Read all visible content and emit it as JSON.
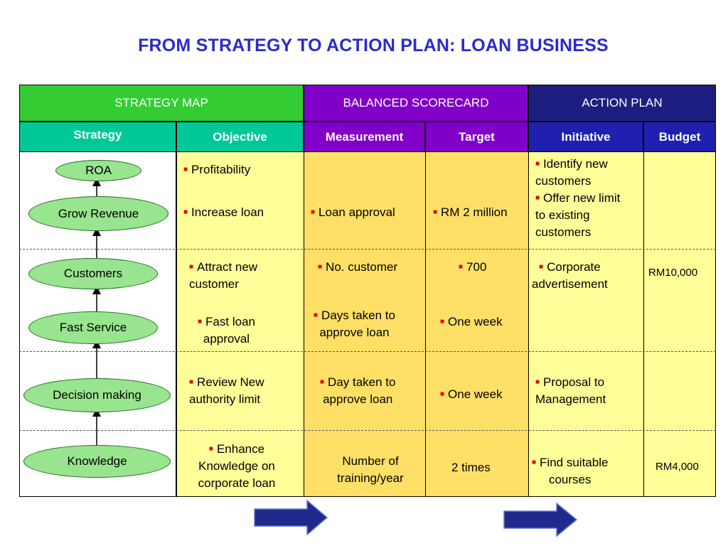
{
  "title": "FROM STRATEGY TO ACTION PLAN: LOAN BUSINESS",
  "groups": {
    "strategy_map": "STRATEGY MAP",
    "balanced_scorecard": "BALANCED SCORECARD",
    "action_plan": "ACTION PLAN"
  },
  "columns": {
    "strategy": "Strategy",
    "objective": "Objective",
    "measurement": "Measurement",
    "target": "Target",
    "initiative": "Initiative",
    "budget": "Budget"
  },
  "strategy_nodes": {
    "roa": "ROA",
    "grow_revenue": "Grow Revenue",
    "customers": "Customers",
    "fast_service": "Fast Service",
    "decision_making": "Decision making",
    "knowledge": "Knowledge"
  },
  "rows": {
    "financial": {
      "objective_1": "Profitability",
      "objective_2": "Increase loan",
      "measurement": "Loan approval",
      "target": "RM 2 million",
      "initiative_1a": "Identify new",
      "initiative_1b": "customers",
      "initiative_2a": "Offer new limit",
      "initiative_2b": "to existing",
      "initiative_2c": "customers"
    },
    "customer": {
      "objective_1a": "Attract new",
      "objective_1b": "customer",
      "objective_2a": "Fast loan",
      "objective_2b": "approval",
      "measurement_1": "No. customer",
      "measurement_2a": "Days taken to",
      "measurement_2b": "approve loan",
      "target_1": "700",
      "target_2": "One week",
      "initiative_a": "Corporate",
      "initiative_b": "advertisement",
      "budget": "RM10,000"
    },
    "process": {
      "objective_a": "Review New",
      "objective_b": "authority limit",
      "measurement_a": "Day taken to",
      "measurement_b": "approve loan",
      "target": "One week",
      "initiative_a": "Proposal to",
      "initiative_b": "Management"
    },
    "learning": {
      "objective_a": "Enhance",
      "objective_b": "Knowledge on",
      "objective_c": "corporate loan",
      "measurement_a": "Number of",
      "measurement_b": "training/year",
      "target": "2 times",
      "initiative_a": "Find suitable",
      "initiative_b": "courses",
      "budget": "RM4,000"
    }
  },
  "colors": {
    "title": "#2a2ad0",
    "green_header": "#33cc33",
    "teal_header": "#00c896",
    "purple_header": "#8000c8",
    "navy_header": "#1e1e80",
    "blue_header": "#2020b0",
    "light_yellow": "#ffff99",
    "gold": "#ffe066",
    "oval": "#99e48e",
    "arrow": "#1e2a8c"
  }
}
